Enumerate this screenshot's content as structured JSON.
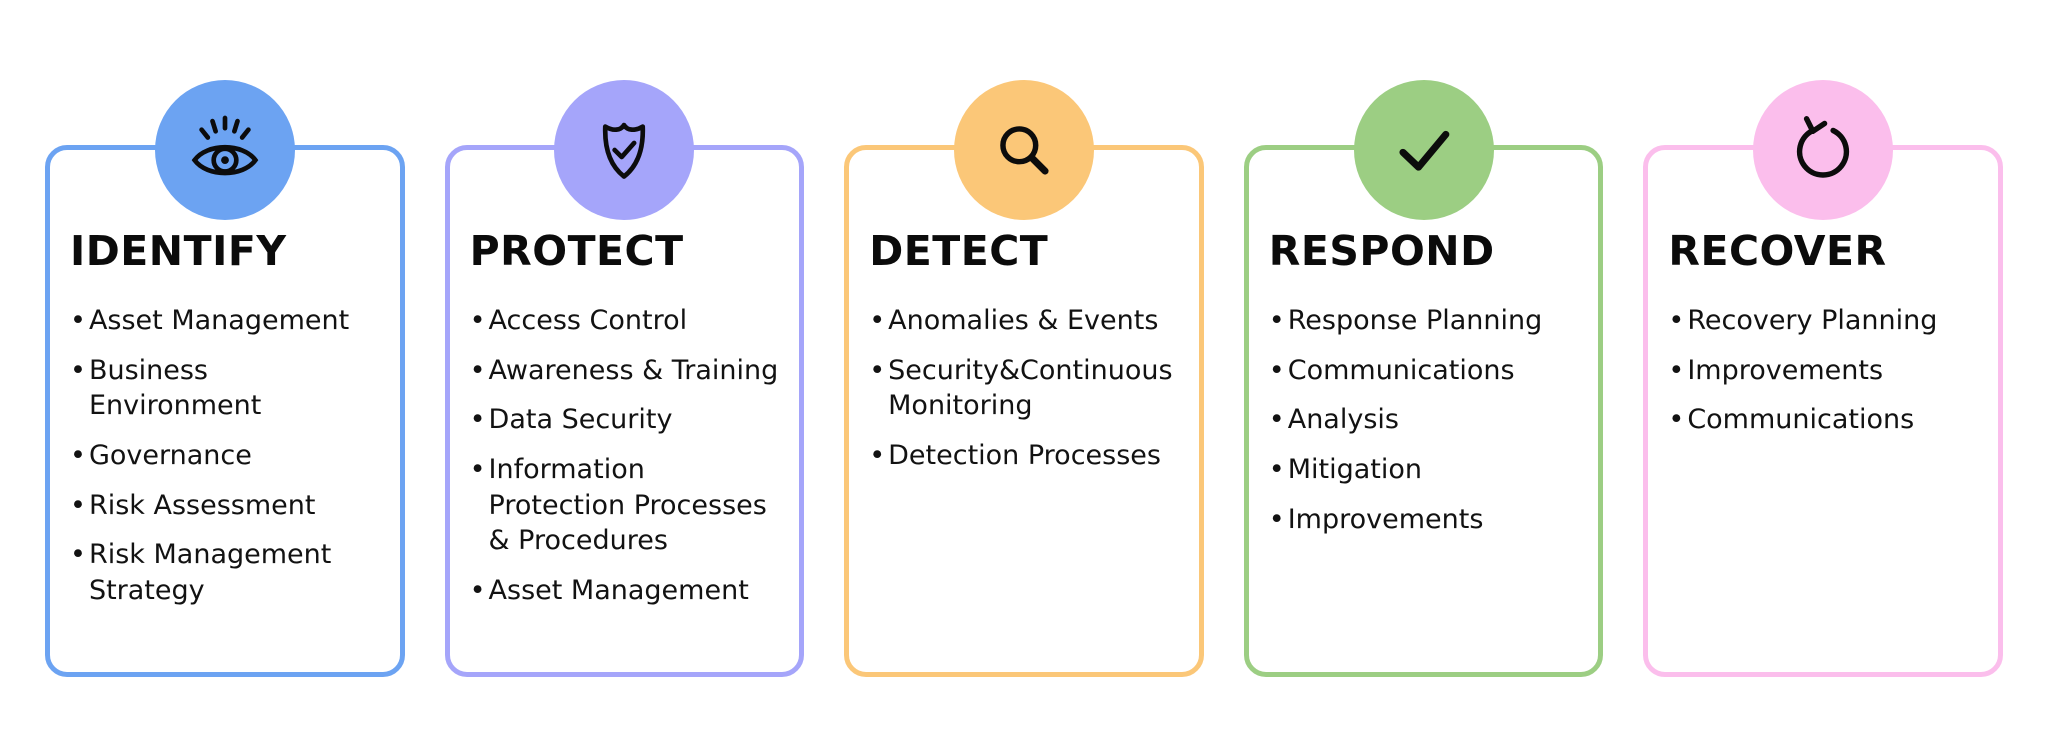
{
  "page": {
    "background": "#ffffff",
    "text_color": "#121212"
  },
  "framework": {
    "bullet_char": "•",
    "cards": [
      {
        "id": "identify",
        "title": "IDENTIFY",
        "color": "#6CA3F2",
        "icon": "eye-icon",
        "items": [
          "Asset Management",
          "Business Environment",
          "Governance",
          "Risk Assessment",
          "Risk Management Strategy"
        ]
      },
      {
        "id": "protect",
        "title": "PROTECT",
        "color": "#A5A5FA",
        "icon": "shield-check-icon",
        "items": [
          "Access Control",
          "Awareness & Training",
          "Data Security",
          "Information Protection Processes & Procedures",
          "Asset Management"
        ]
      },
      {
        "id": "detect",
        "title": "DETECT",
        "color": "#FBC778",
        "icon": "magnifier-icon",
        "items": [
          "Anomalies & Events",
          "Security&Continuous Monitoring",
          "Detection Processes"
        ]
      },
      {
        "id": "respond",
        "title": "RESPOND",
        "color": "#9CCE83",
        "icon": "check-icon",
        "items": [
          "Response Planning",
          "Communications",
          "Analysis",
          "Mitigation",
          "Improvements"
        ]
      },
      {
        "id": "recover",
        "title": "RECOVER",
        "color": "#FBBEEC",
        "icon": "rotate-ccw-icon",
        "items": [
          "Recovery Planning",
          "Improvements",
          "Communications"
        ]
      }
    ]
  }
}
